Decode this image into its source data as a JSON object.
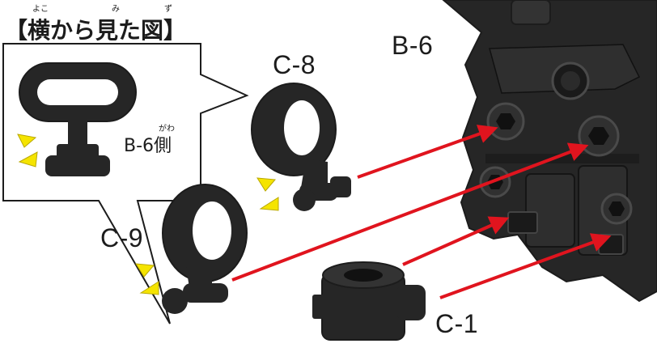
{
  "callout": {
    "title": "【横から見た図】",
    "furigana_yoko": "よこ",
    "furigana_mi": "み",
    "furigana_zu": "ず",
    "side_label": "B-6側",
    "furigana_gawa": "がわ"
  },
  "parts": {
    "b6": "B-6",
    "c8": "C-8",
    "c9": "C-9",
    "c1": "C-1"
  },
  "colors": {
    "part_fill": "#262626",
    "part_highlight": "#4a4a4a",
    "arrow": "#e0141e",
    "marker": "#f5e400",
    "outline": "#1c1c1c"
  }
}
